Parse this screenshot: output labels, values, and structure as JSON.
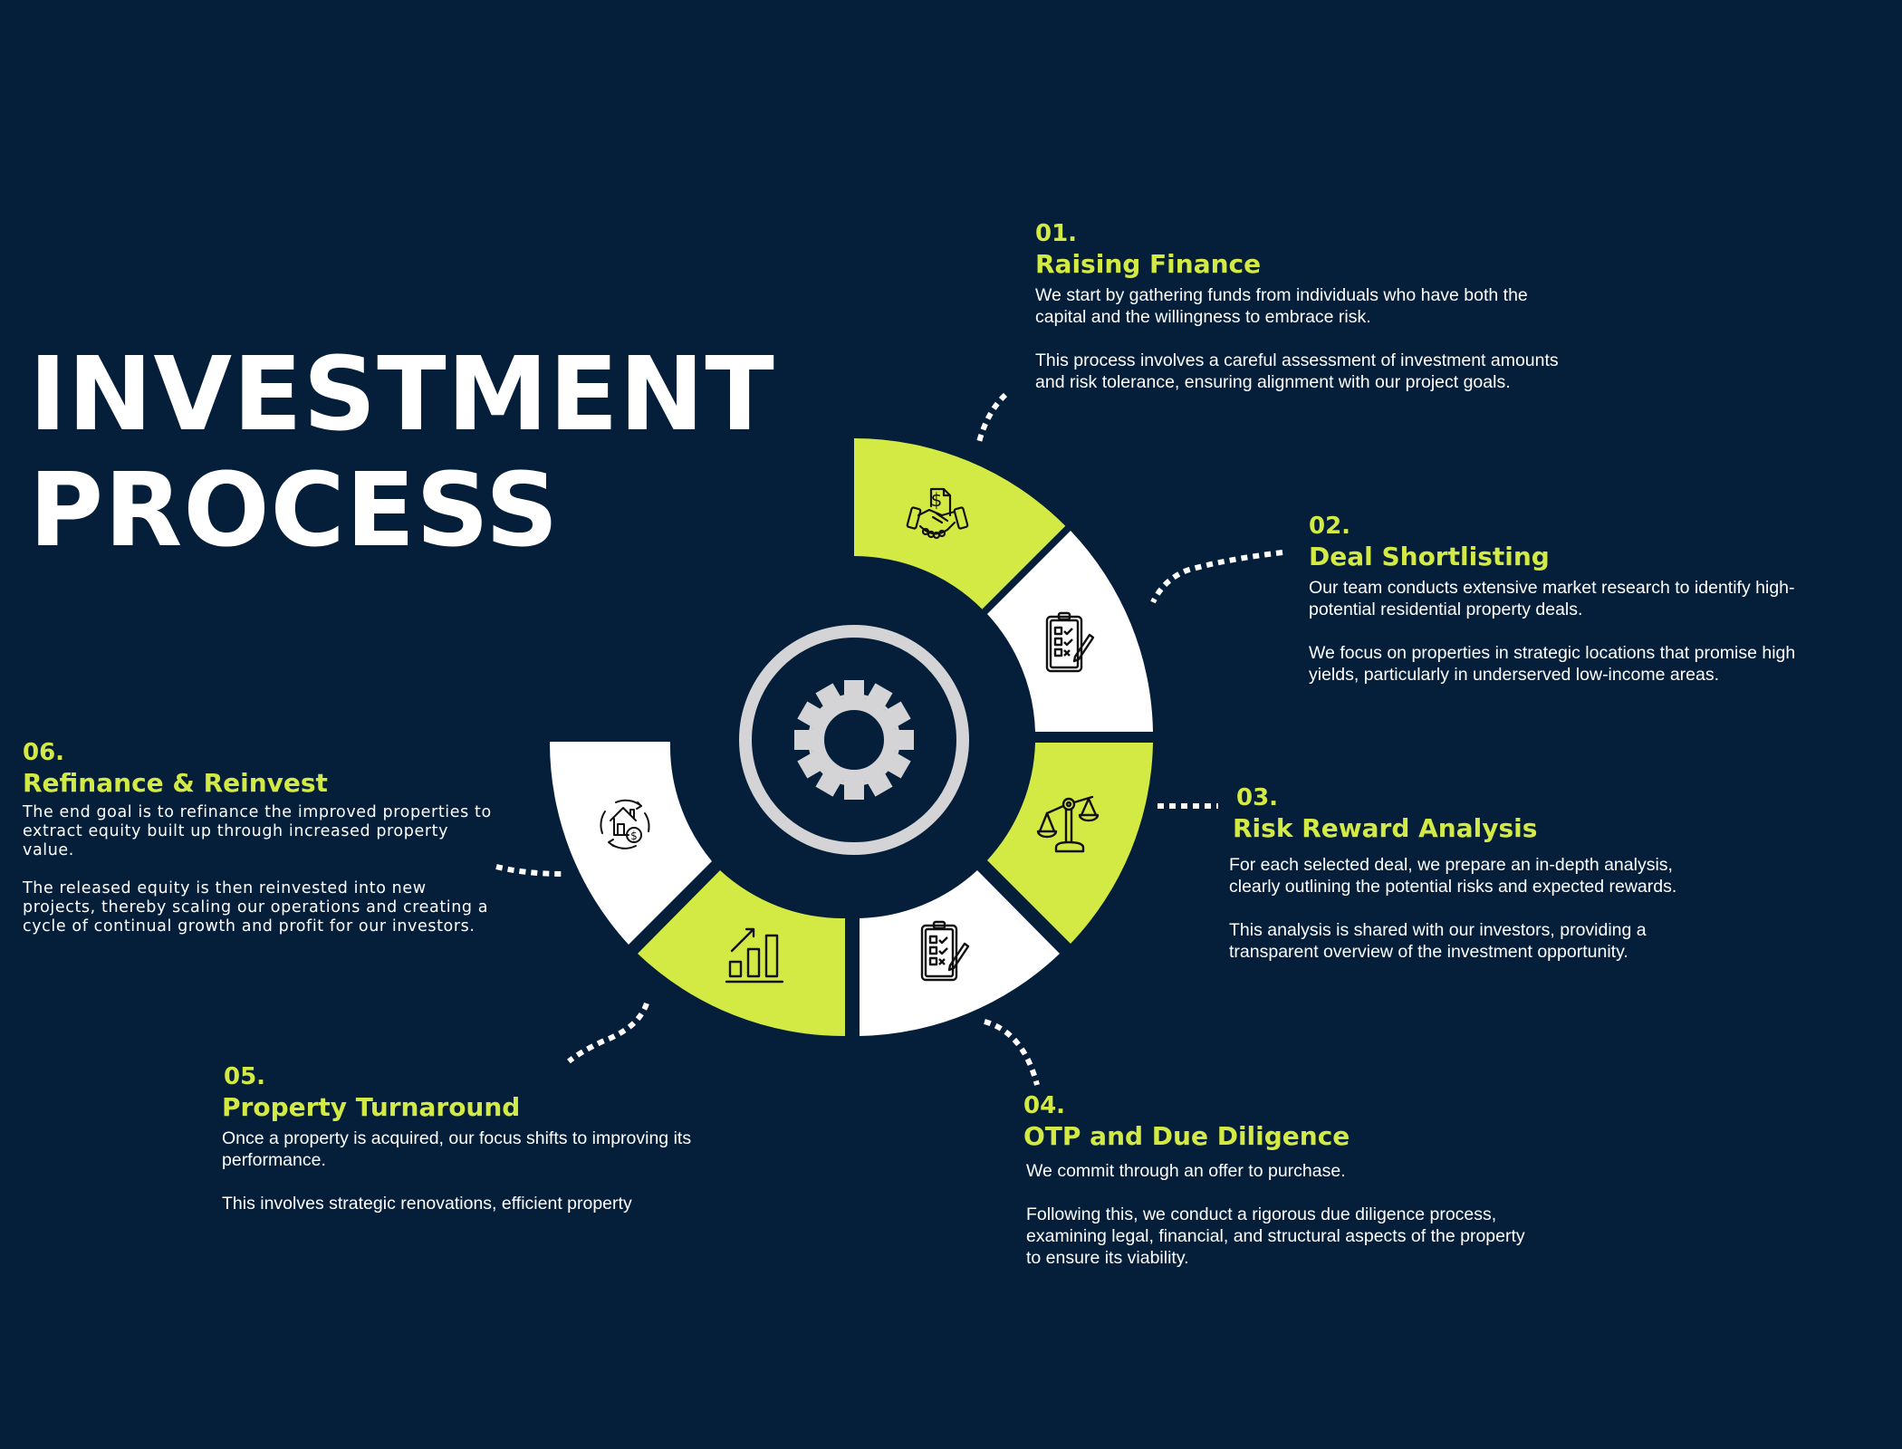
{
  "page": {
    "title_line1": "INVESTMENT",
    "title_line2": "PROCESS"
  },
  "colors": {
    "background": "#051f3b",
    "accent_lime": "#d4ea44",
    "segment_white": "#ffffff",
    "gear_grey": "#d4d4d6",
    "text_white": "#ffffff"
  },
  "center": {
    "icon": "gear-icon"
  },
  "steps": [
    {
      "number": "01.",
      "title": "Raising Finance",
      "icon": "handshake-dollar-document-icon",
      "segment_color": "lime",
      "paragraphs": [
        "We start by gathering funds from individuals who have both the capital and the willingness to embrace risk.",
        "This process involves a careful assessment of investment amounts and risk tolerance, ensuring alignment with our project goals."
      ]
    },
    {
      "number": "02.",
      "title": "Deal Shortlisting",
      "icon": "clipboard-checklist-icon",
      "segment_color": "white",
      "paragraphs": [
        "Our team conducts extensive market research to identify high-potential residential property deals.",
        "We focus on properties in strategic locations that promise high yields, particularly in underserved low-income areas."
      ]
    },
    {
      "number": "03.",
      "title": "Risk Reward Analysis",
      "icon": "balance-scale-icon",
      "segment_color": "lime",
      "paragraphs": [
        "For each selected deal, we prepare an in-depth analysis, clearly outlining the potential risks and expected rewards.",
        "This analysis is shared with our investors, providing a transparent overview of the investment opportunity."
      ]
    },
    {
      "number": "04.",
      "title": "OTP and Due Diligence",
      "icon": "clipboard-checklist-icon",
      "segment_color": "white",
      "paragraphs": [
        "We commit through an offer to purchase.",
        "Following this, we conduct a rigorous due diligence process, examining legal, financial, and structural aspects of the property to ensure its viability."
      ]
    },
    {
      "number": "05.",
      "title": "Property Turnaround",
      "icon": "bar-chart-growth-icon",
      "segment_color": "lime",
      "paragraphs": [
        "Once a property is acquired, our focus shifts to improving its performance.",
        "This involves strategic renovations, efficient property"
      ]
    },
    {
      "number": "06.",
      "title": "Refinance & Reinvest",
      "icon": "house-dollar-cycle-icon",
      "segment_color": "white",
      "paragraphs": [
        "The end goal is to refinance the improved properties to extract equity built up through increased property value.",
        "The released equity is then reinvested into new projects, thereby scaling our operations and creating a cycle of continual growth and profit for our investors."
      ]
    }
  ]
}
